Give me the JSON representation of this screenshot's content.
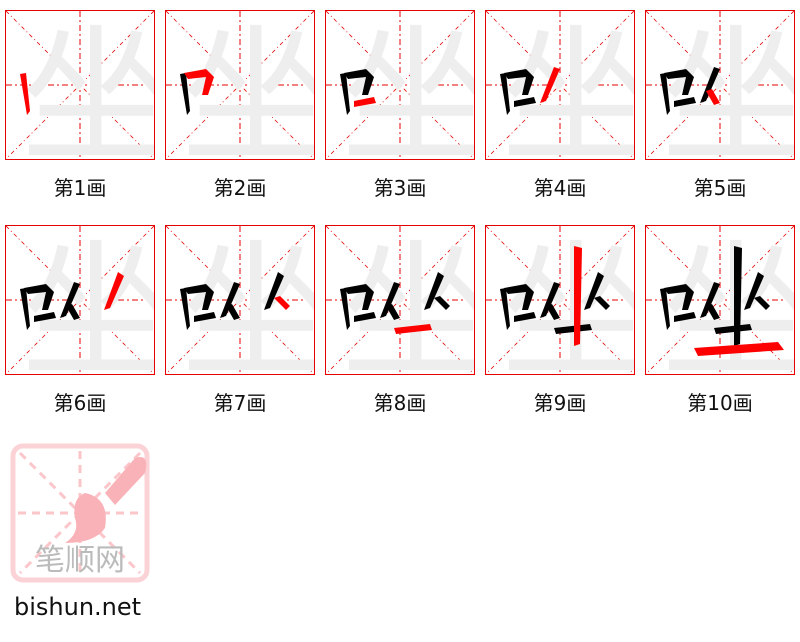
{
  "character": "唑",
  "total_strokes": 10,
  "colors": {
    "grid": "#e60000",
    "current_stroke": "#ff0000",
    "done_stroke": "#000000",
    "ghost": "#eeeeee",
    "logo": "#f9b3b8"
  },
  "steps": [
    {
      "label": "第1画",
      "stroke": 1
    },
    {
      "label": "第2画",
      "stroke": 2
    },
    {
      "label": "第3画",
      "stroke": 3
    },
    {
      "label": "第4画",
      "stroke": 4
    },
    {
      "label": "第5画",
      "stroke": 5
    },
    {
      "label": "第6画",
      "stroke": 6
    },
    {
      "label": "第7画",
      "stroke": 7
    },
    {
      "label": "第8画",
      "stroke": 8
    },
    {
      "label": "第9画",
      "stroke": 9
    },
    {
      "label": "第10画",
      "stroke": 10
    }
  ],
  "logo": {
    "text": "笔顺网",
    "icon": "brush-icon"
  },
  "footer": {
    "site": "bishun.net"
  }
}
